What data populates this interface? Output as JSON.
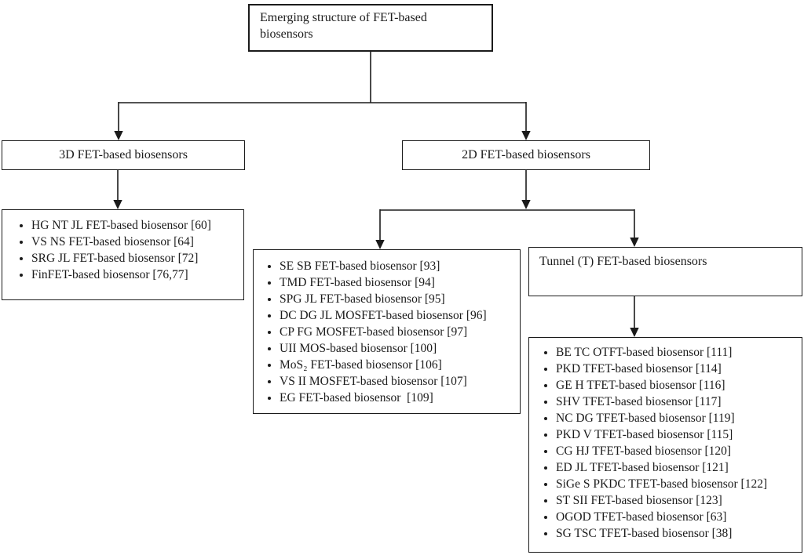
{
  "diagram": {
    "colors": {
      "line": "#1b1b1b",
      "text": "#1b1b1b",
      "background": "#ffffff"
    },
    "root": {
      "label": "Emerging structure of FET-based biosensors"
    },
    "branch_3d": {
      "label": "3D FET-based biosensors"
    },
    "branch_2d": {
      "label": "2D FET-based biosensors"
    },
    "branch_tunnel": {
      "label": "Tunnel (T) FET-based biosensors"
    },
    "list_3d": {
      "items": [
        "HG NT JL FET-based biosensor [60]",
        "VS NS FET-based biosensor [64]",
        "SRG JL FET-based biosensor [72]",
        "FinFET-based biosensor [76,77]"
      ]
    },
    "list_2d": {
      "items": [
        "SE SB FET-based biosensor [93]",
        "TMD FET-based biosensor [94]",
        "SPG JL FET-based biosensor [95]",
        "DC DG JL MOSFET-based biosensor [96]",
        "CP FG MOSFET-based biosensor [97]",
        "UII MOS-based biosensor [100]",
        "MoS₂ FET-based biosensor [106]",
        "VS II MOSFET-based biosensor [107]",
        "EG FET-based biosensor  [109]"
      ]
    },
    "list_tunnel": {
      "items": [
        "BE TC OTFT-based biosensor [111]",
        "PKD TFET-based biosensor [114]",
        "GE H TFET-based biosensor [116]",
        "SHV TFET-based biosensor [117]",
        "NC DG TFET-based biosensor [119]",
        "PKD V TFET-based biosensor [115]",
        "CG HJ TFET-based biosensor [120]",
        "ED JL TFET-based biosensor [121]",
        "SiGe S PKDC TFET-based biosensor [122]",
        "ST SII FET-based biosensor [123]",
        "OGOD TFET-based biosensor [63]",
        "SG TSC TFET-based biosensor [38]"
      ]
    }
  }
}
